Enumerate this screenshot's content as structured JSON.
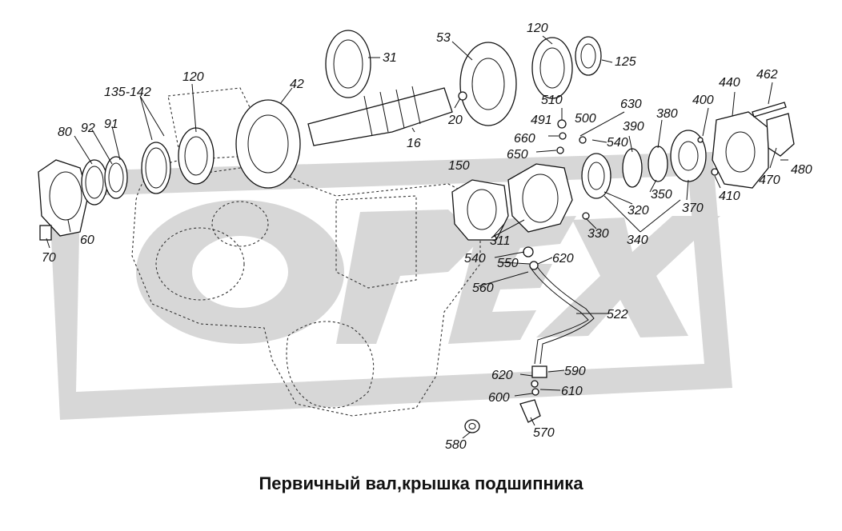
{
  "caption": "Первичный вал,крышка подшипника",
  "watermark": {
    "text": "OREX",
    "color": "#d6d6d6"
  },
  "callouts": {
    "c31": "31",
    "c53": "53",
    "c120a": "120",
    "c125": "125",
    "c120b": "120",
    "c135": "135-142",
    "c42": "42",
    "c16": "16",
    "c20": "20",
    "c510": "510",
    "c630": "630",
    "c400": "400",
    "c440": "440",
    "c462": "462",
    "c491": "491",
    "c500": "500",
    "c390": "390",
    "c380": "380",
    "c660": "660",
    "c540a": "540",
    "c650": "650",
    "c80": "80",
    "c92": "92",
    "c91": "91",
    "c150": "150",
    "c480": "480",
    "c470": "470",
    "c410": "410",
    "c350": "350",
    "c370": "370",
    "c320": "320",
    "c330": "330",
    "c340": "340",
    "c311": "311",
    "c60": "60",
    "c70": "70",
    "c540b": "540",
    "c550": "550",
    "c620a": "620",
    "c560": "560",
    "c522": "522",
    "c620b": "620",
    "c590": "590",
    "c610": "610",
    "c600": "600",
    "c570": "570",
    "c580": "580"
  }
}
